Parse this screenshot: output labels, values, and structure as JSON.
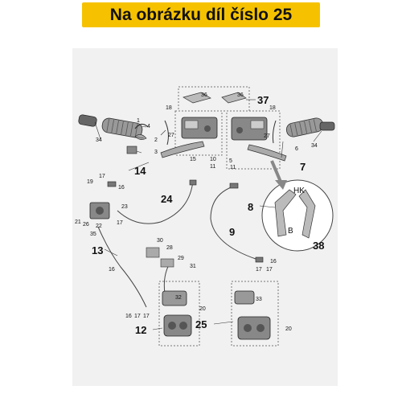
{
  "header": {
    "title": "Na obrázku díl číslo 25",
    "bg_color": "#f6c200"
  },
  "labels": {
    "l37": "37",
    "l36a": "36",
    "l36b": "36",
    "l18a": "18",
    "l18b": "18",
    "l27a": "27",
    "l27b": "27",
    "l34a": "34",
    "l34b": "34",
    "l1": "1",
    "l4": "4",
    "l2": "2",
    "l3": "3",
    "l6": "6",
    "l14": "14",
    "l15": "15",
    "l10": "10",
    "l11a": "11",
    "l11b": "11",
    "l5": "5",
    "l7": "7",
    "l19": "19",
    "l17a": "17",
    "l16a": "16",
    "l24": "24",
    "l21": "21",
    "l26": "26",
    "l22": "22",
    "l23": "23",
    "l35": "35",
    "l17b": "17",
    "l8": "8",
    "lHK": "HK",
    "lB": "B",
    "l38": "38",
    "l9": "9",
    "l13": "13",
    "l30": "30",
    "l28": "28",
    "l29": "29",
    "l31": "31",
    "l16b": "16",
    "l17c": "17",
    "l32": "32",
    "l16c": "16",
    "l17d": "17",
    "l17e": "17",
    "l12": "12",
    "l20a": "20",
    "l25": "25",
    "l33": "33",
    "l20b": "20",
    "l16d": "16",
    "l17f": "17"
  }
}
